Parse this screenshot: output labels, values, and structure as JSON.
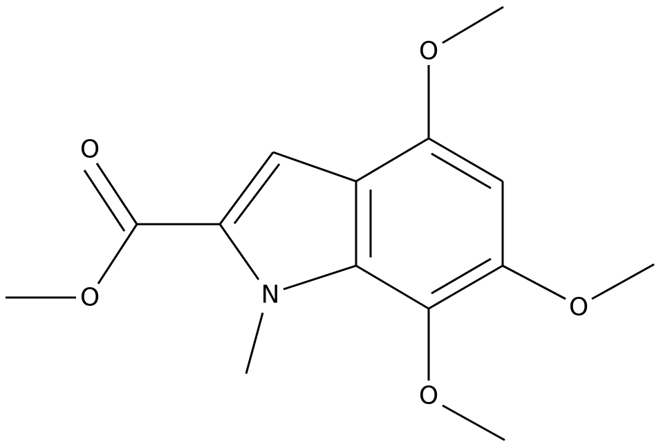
{
  "atoms": {
    "carbonyl_oxygen": "O",
    "ester_oxygen": "O",
    "ring_nitrogen": "N",
    "methoxy_oxygen_top": "O",
    "methoxy_oxygen_right": "O",
    "methoxy_oxygen_bottom": "O"
  }
}
